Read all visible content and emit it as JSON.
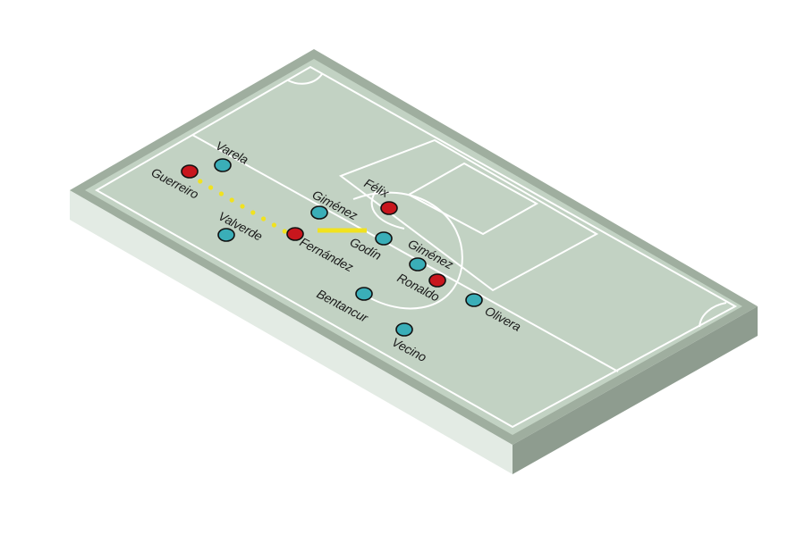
{
  "pitch": {
    "surface_color": "#c2d2c3",
    "top_border_color": "#9fae9f",
    "front_face_color": "#e3ebe4",
    "side_face_color": "#8e9c8f",
    "line_color": "#ffffff"
  },
  "team_colors": {
    "teal": "#3aaeb8",
    "red": "#c8161d"
  },
  "connector_colors": {
    "dotted": "#f1e21f",
    "solid": "#f1e21f"
  },
  "players": [
    {
      "name": "Varela",
      "team": "teal"
    },
    {
      "name": "Guerreiro",
      "team": "red"
    },
    {
      "name": "Giménez",
      "team": "teal"
    },
    {
      "name": "Félix",
      "team": "red"
    },
    {
      "name": "Valverde",
      "team": "teal"
    },
    {
      "name": "Fernández",
      "team": "red"
    },
    {
      "name": "Godín",
      "team": "teal"
    },
    {
      "name": "Giménez",
      "team": "teal"
    },
    {
      "name": "Ronaldo",
      "team": "red"
    },
    {
      "name": "Bentancur",
      "team": "teal"
    },
    {
      "name": "Olivera",
      "team": "teal"
    },
    {
      "name": "Vecino",
      "team": "teal"
    }
  ]
}
